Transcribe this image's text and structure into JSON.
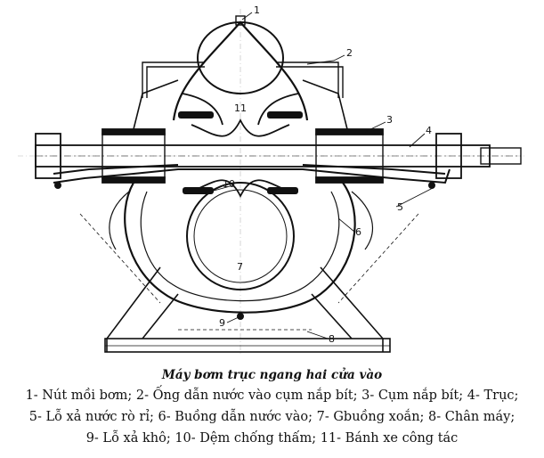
{
  "title": "Máy bơm trục ngang hai cửa vào",
  "legend": {
    "line1": "1- Nút mồi bơm;  2- Ống dẫn nước vào cụm nắp bít;  3- Cụm nắp bít;  4- Trục;",
    "line2": "5- Lỗ xả nước rò rỉ;  6- Buồng dẫn nước vào;  7- Gbuồng xoắn;  8- Chân máy;",
    "line3": "9- Lỗ xả khô;  10- Dệm chống thấm;  11- Bánh xe công tác"
  },
  "callouts": {
    "c1": "1",
    "c2": "2",
    "c3": "3",
    "c4": "4",
    "c5": "5",
    "c6": "6",
    "c7": "7",
    "c8": "8",
    "c9": "9",
    "c10": "10",
    "c11": "11"
  }
}
